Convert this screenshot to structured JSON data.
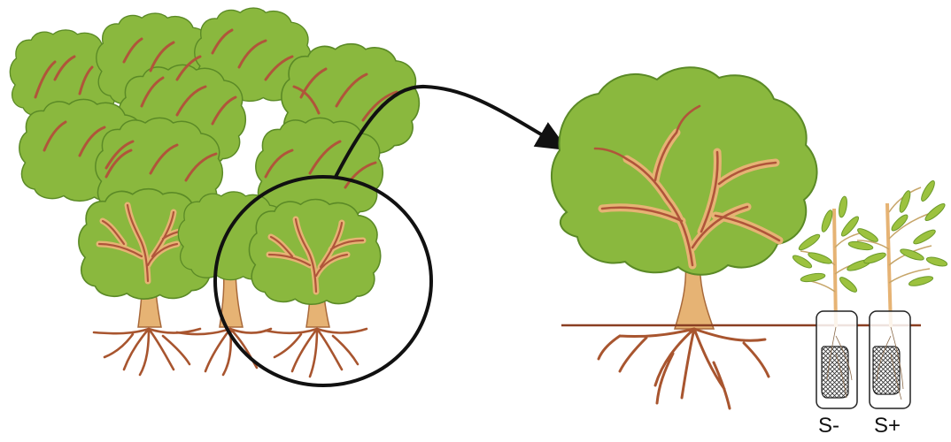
{
  "labels": {
    "s_minus": "S-",
    "s_plus": "S+"
  },
  "colors": {
    "canopy_fill": "#8ab83e",
    "canopy_stroke": "#5b8a26",
    "trunk_fill": "#e6b374",
    "trunk_stroke": "#a8693a",
    "branch_red": "#b0553a",
    "root": "#a8552f",
    "ground_line": "#8a3f22",
    "leaf": "#9cc23f",
    "circle": "#111111",
    "arrow": "#111111",
    "mesh": "#333333"
  },
  "icons": [
    "forest-cluster",
    "single-tree",
    "seedling",
    "mesh-root-bag",
    "magnifier-circle",
    "curved-arrow"
  ]
}
